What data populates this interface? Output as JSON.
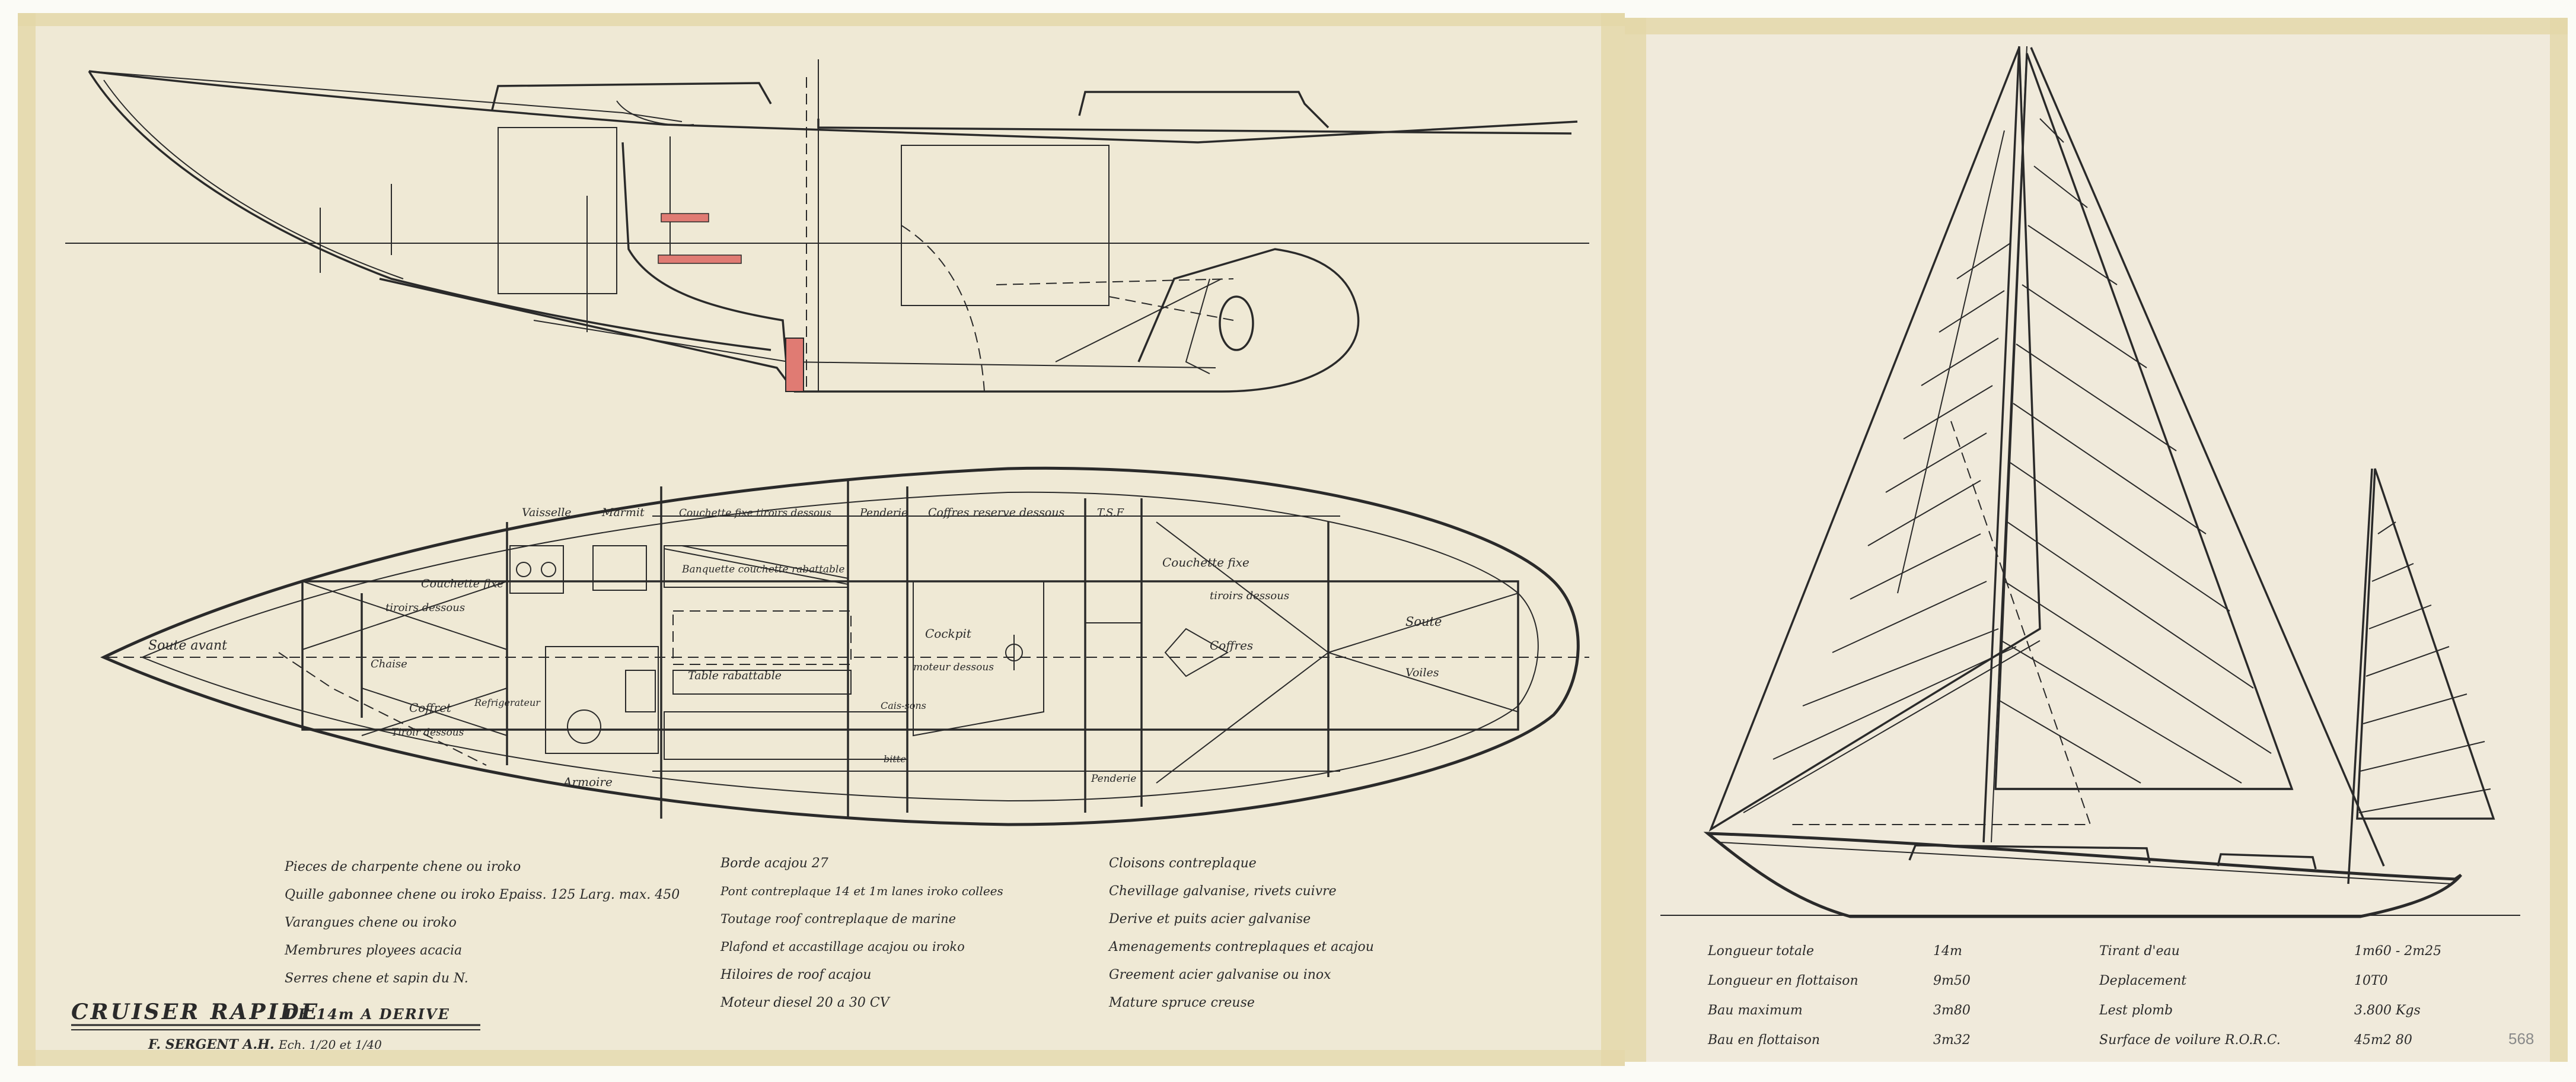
{
  "sheet_number": "568",
  "title": {
    "main": "CRUISER RAPIDE",
    "sub": "DE 14m A DERIVE",
    "author": "F. SERGENT A.H.",
    "scale": "Ech. 1/20 et 1/40"
  },
  "plan_labels": {
    "soute_avant": "Soute avant",
    "vaisselle": "Vaisselle",
    "marmit": "Marmit",
    "couchette_fixe_1": "Couchette fixe",
    "tiroirs_dessous_1": "tiroirs dessous",
    "couchette_fixe_tiroirs": "Couchette fixe tiroirs dessous",
    "banquette": "Banquette couchette rabattable",
    "penderie_1": "Penderie",
    "coffres_reserve": "Coffres reserve dessous",
    "tsf": "T.S.F",
    "couchette_fixe_2": "Couchette fixe",
    "tiroirs_dessous_2": "tiroirs dessous",
    "soute": "Soute",
    "voiles": "Voiles",
    "chaise": "Chaise",
    "coffret_1": "Coffret",
    "coffret_2": "Tiroir dessous",
    "refrigerateur": "Refrigerateur",
    "table_rabattable": "Table rabattable",
    "armoire": "Armoire",
    "cockpit": "Cockpit",
    "moteur_dessous": "moteur dessous",
    "coffres": "Coffres",
    "penderie_2": "Penderie",
    "caissons": "Cais-sons",
    "bitte": "bitte"
  },
  "specs_notes": {
    "col1": [
      "Pieces de charpente chene ou iroko",
      "Quille gabonnee chene ou iroko Epaiss. 125 Larg. max. 450",
      "Varangues chene ou iroko",
      "Membrures ployees acacia",
      "Serres chene et sapin du N."
    ],
    "col2": [
      "Borde acajou 27",
      "Pont contreplaque 14 et 1m lanes iroko collees",
      "Toutage roof contreplaque de marine",
      "Plafond et accastillage acajou ou iroko",
      "Hiloires de roof acajou",
      "Moteur diesel 20 a 30 CV"
    ],
    "col3": [
      "Cloisons contreplaque",
      "Chevillage galvanise, rivets cuivre",
      "Derive et puits acier galvanise",
      "Amenagements contreplaques et acajou",
      "Greement acier galvanise ou inox",
      "Mature spruce creuse"
    ]
  },
  "dimensions": {
    "left": [
      {
        "label": "Longueur totale",
        "value": "14m"
      },
      {
        "label": "Longueur en flottaison",
        "value": "9m50"
      },
      {
        "label": "Bau maximum",
        "value": "3m80"
      },
      {
        "label": "Bau en flottaison",
        "value": "3m32"
      }
    ],
    "right": [
      {
        "label": "Tirant d'eau",
        "value": "1m60 - 2m25"
      },
      {
        "label": "Deplacement",
        "value": "10T0"
      },
      {
        "label": "Lest plomb",
        "value": "3.800 Kgs"
      },
      {
        "label": "Surface de voilure R.O.R.C.",
        "value": "45m2 80"
      }
    ]
  }
}
